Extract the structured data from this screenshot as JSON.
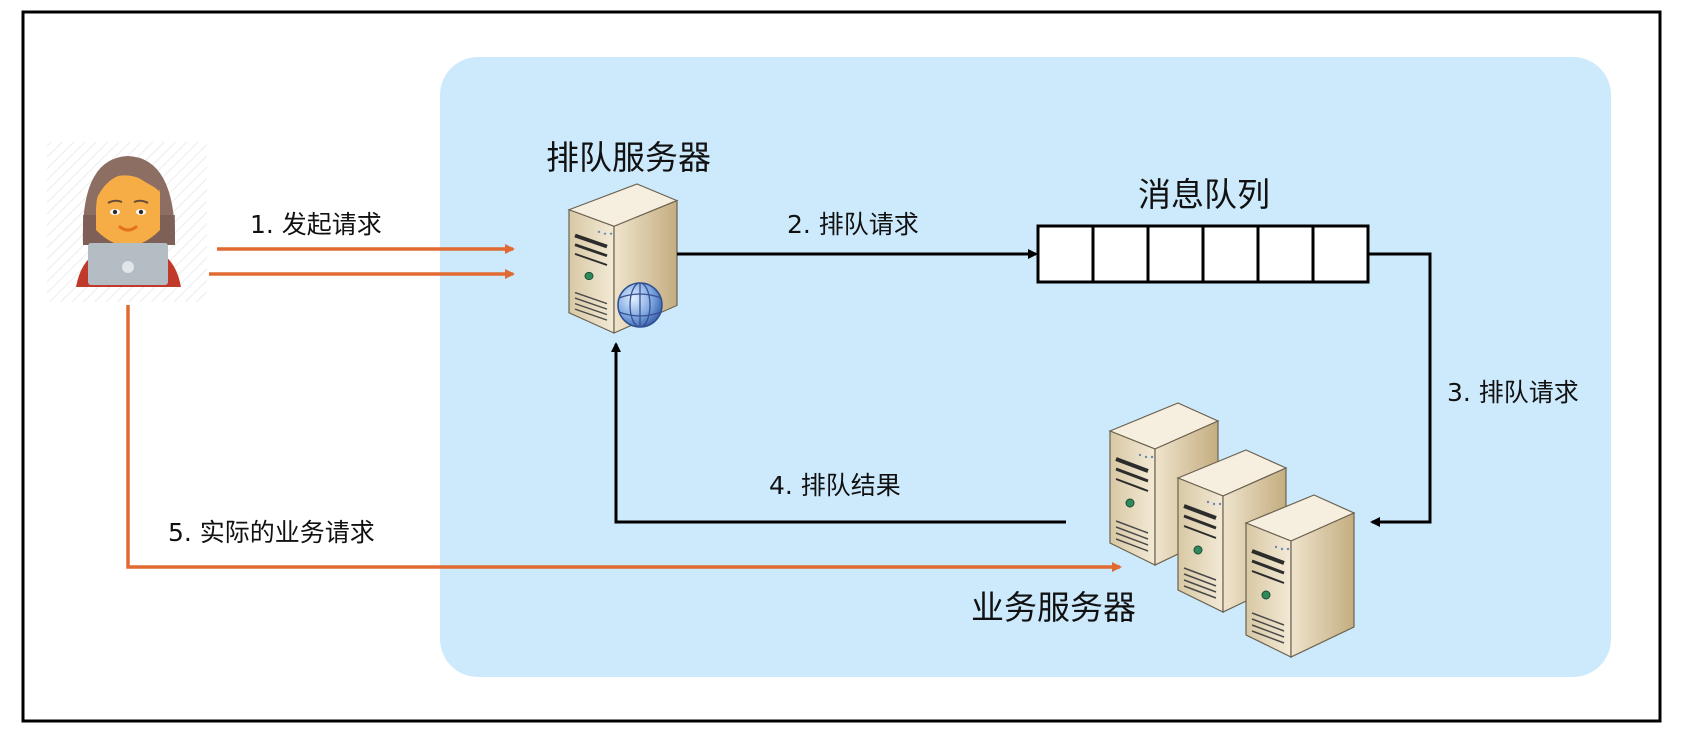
{
  "diagram": {
    "title": "排队系统请求流程",
    "colors": {
      "panel_bg": "#cdeafd",
      "frame": "#000000",
      "client_arrow": "#e06a32",
      "system_arrow": "#000000",
      "queue_cell": "#ffffff",
      "server_body": "#e9dcc0",
      "server_side": "#cdb98f",
      "server_top": "#f4ecd9",
      "globe": "#5b8fd1"
    },
    "nodes": {
      "client": {
        "label": "",
        "icon": "user-with-laptop-icon"
      },
      "queue_server": {
        "label": "排队服务器",
        "icon": "web-server-icon"
      },
      "message_queue": {
        "label": "消息队列",
        "cell_count": 6
      },
      "business_servers": {
        "label": "业务服务器",
        "icon": "server-cluster-icon",
        "server_count": 3
      }
    },
    "edges": [
      {
        "id": "step1",
        "label": "1. 发起请求",
        "from": "client",
        "to": "queue_server"
      },
      {
        "id": "step2",
        "label": "2. 排队请求",
        "from": "queue_server",
        "to": "message_queue"
      },
      {
        "id": "step3",
        "label": "3. 排队请求",
        "from": "message_queue",
        "to": "business_servers"
      },
      {
        "id": "step4",
        "label": "4. 排队结果",
        "from": "business_servers",
        "to": "queue_server"
      },
      {
        "id": "step5",
        "label": "5. 实际的业务请求",
        "from": "client",
        "to": "business_servers"
      }
    ]
  }
}
